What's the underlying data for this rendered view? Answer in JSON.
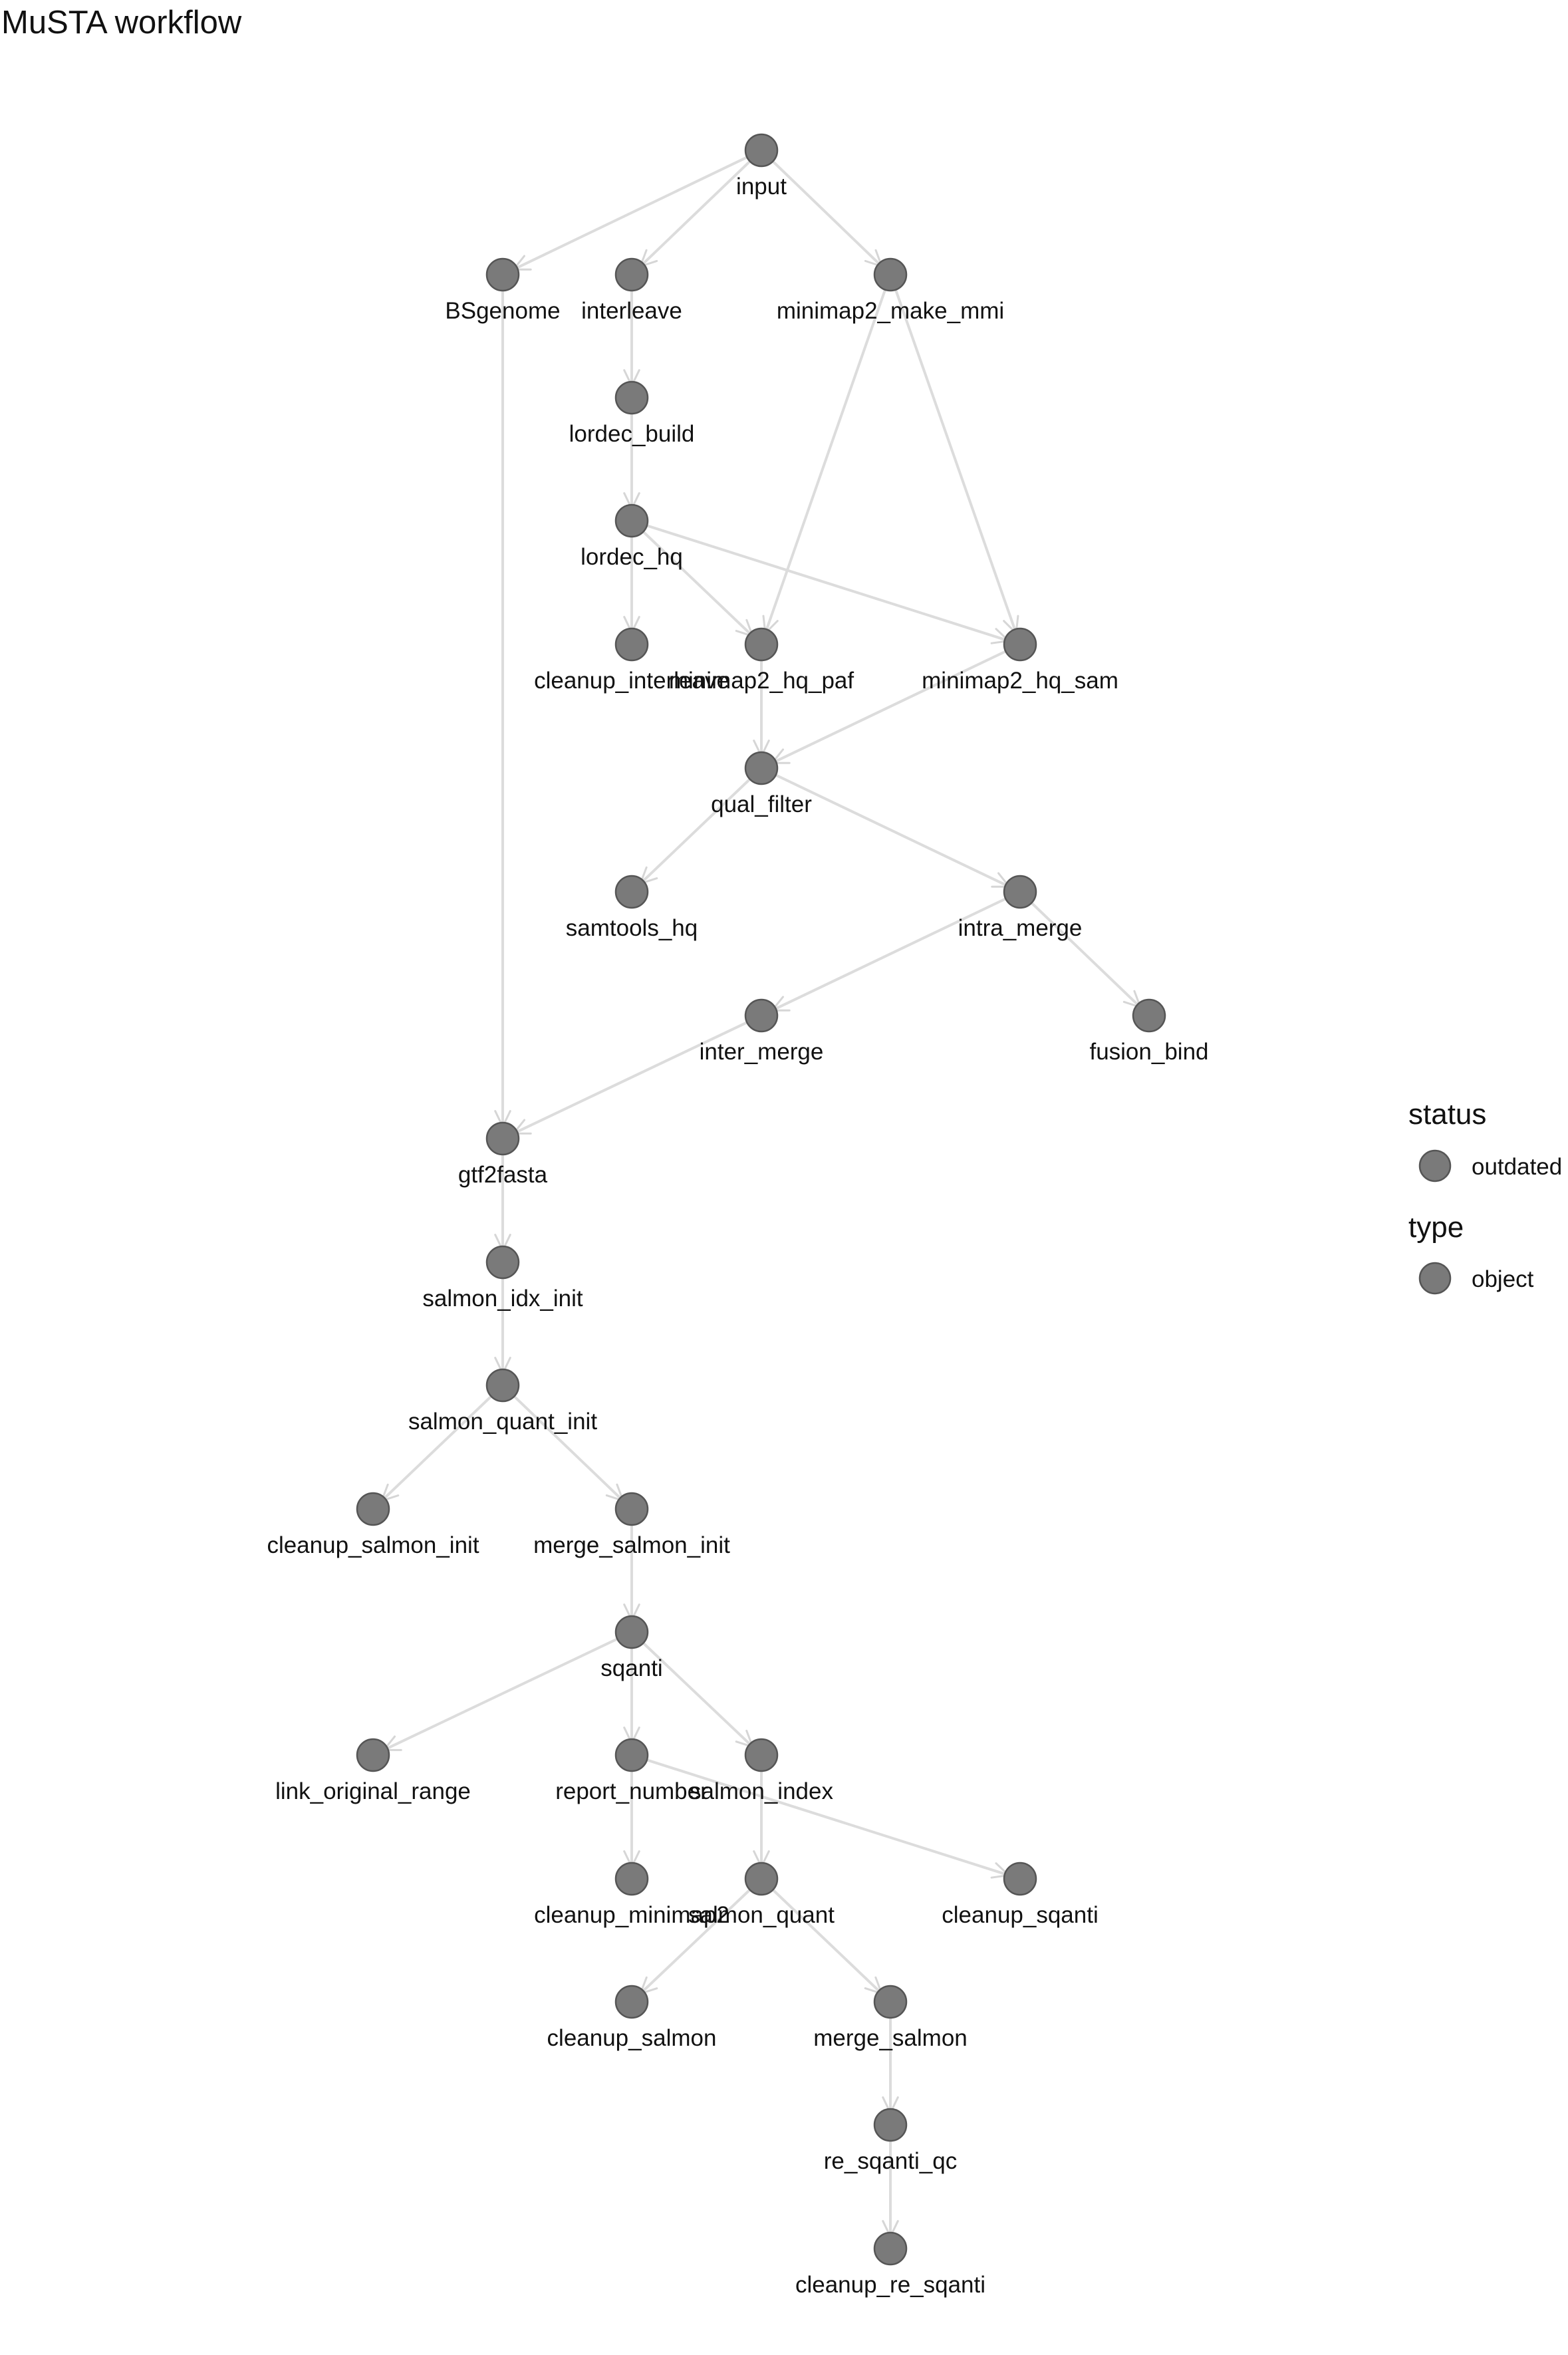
{
  "title": "MuSTA workflow",
  "colors": {
    "node_fill": "#7a7a7a",
    "node_stroke": "#555555",
    "edge": "#dcdcdc"
  },
  "legend": {
    "status": {
      "title": "status",
      "items": [
        {
          "label": "outdated"
        }
      ]
    },
    "type": {
      "title": "type",
      "items": [
        {
          "label": "object"
        }
      ]
    }
  },
  "nodes": [
    {
      "id": "input",
      "label": "input"
    },
    {
      "id": "BSgenome",
      "label": "BSgenome"
    },
    {
      "id": "interleave",
      "label": "interleave"
    },
    {
      "id": "minimap2_make_mmi",
      "label": "minimap2_make_mmi"
    },
    {
      "id": "lordec_build",
      "label": "lordec_build"
    },
    {
      "id": "lordec_hq",
      "label": "lordec_hq"
    },
    {
      "id": "cleanup_interleave",
      "label": "cleanup_interleave"
    },
    {
      "id": "minimap2_hq_paf",
      "label": "minimap2_hq_paf"
    },
    {
      "id": "minimap2_hq_sam",
      "label": "minimap2_hq_sam"
    },
    {
      "id": "qual_filter",
      "label": "qual_filter"
    },
    {
      "id": "samtools_hq",
      "label": "samtools_hq"
    },
    {
      "id": "intra_merge",
      "label": "intra_merge"
    },
    {
      "id": "inter_merge",
      "label": "inter_merge"
    },
    {
      "id": "fusion_bind",
      "label": "fusion_bind"
    },
    {
      "id": "gtf2fasta",
      "label": "gtf2fasta"
    },
    {
      "id": "salmon_idx_init",
      "label": "salmon_idx_init"
    },
    {
      "id": "salmon_quant_init",
      "label": "salmon_quant_init"
    },
    {
      "id": "cleanup_salmon_init",
      "label": "cleanup_salmon_init"
    },
    {
      "id": "merge_salmon_init",
      "label": "merge_salmon_init"
    },
    {
      "id": "sqanti",
      "label": "sqanti"
    },
    {
      "id": "link_original_range",
      "label": "link_original_range"
    },
    {
      "id": "report_number",
      "label": "report_number"
    },
    {
      "id": "salmon_index",
      "label": "salmon_index"
    },
    {
      "id": "cleanup_minimap2",
      "label": "cleanup_minimap2"
    },
    {
      "id": "salmon_quant",
      "label": "salmon_quant"
    },
    {
      "id": "cleanup_sqanti",
      "label": "cleanup_sqanti"
    },
    {
      "id": "cleanup_salmon",
      "label": "cleanup_salmon"
    },
    {
      "id": "merge_salmon",
      "label": "merge_salmon"
    },
    {
      "id": "re_sqanti_qc",
      "label": "re_sqanti_qc"
    },
    {
      "id": "cleanup_re_sqanti",
      "label": "cleanup_re_sqanti"
    }
  ],
  "edges": [
    [
      "input",
      "BSgenome"
    ],
    [
      "input",
      "interleave"
    ],
    [
      "input",
      "minimap2_make_mmi"
    ],
    [
      "interleave",
      "lordec_build"
    ],
    [
      "lordec_build",
      "lordec_hq"
    ],
    [
      "minimap2_make_mmi",
      "minimap2_hq_paf"
    ],
    [
      "minimap2_make_mmi",
      "minimap2_hq_sam"
    ],
    [
      "lordec_hq",
      "cleanup_interleave"
    ],
    [
      "lordec_hq",
      "minimap2_hq_paf"
    ],
    [
      "lordec_hq",
      "minimap2_hq_sam"
    ],
    [
      "minimap2_hq_paf",
      "qual_filter"
    ],
    [
      "minimap2_hq_sam",
      "qual_filter"
    ],
    [
      "qual_filter",
      "samtools_hq"
    ],
    [
      "qual_filter",
      "intra_merge"
    ],
    [
      "intra_merge",
      "inter_merge"
    ],
    [
      "intra_merge",
      "fusion_bind"
    ],
    [
      "BSgenome",
      "gtf2fasta"
    ],
    [
      "inter_merge",
      "gtf2fasta"
    ],
    [
      "gtf2fasta",
      "salmon_idx_init"
    ],
    [
      "salmon_idx_init",
      "salmon_quant_init"
    ],
    [
      "salmon_quant_init",
      "cleanup_salmon_init"
    ],
    [
      "salmon_quant_init",
      "merge_salmon_init"
    ],
    [
      "merge_salmon_init",
      "sqanti"
    ],
    [
      "sqanti",
      "link_original_range"
    ],
    [
      "sqanti",
      "report_number"
    ],
    [
      "sqanti",
      "salmon_index"
    ],
    [
      "report_number",
      "cleanup_minimap2"
    ],
    [
      "report_number",
      "cleanup_sqanti"
    ],
    [
      "salmon_index",
      "salmon_quant"
    ],
    [
      "salmon_quant",
      "cleanup_salmon"
    ],
    [
      "salmon_quant",
      "merge_salmon"
    ],
    [
      "merge_salmon",
      "re_sqanti_qc"
    ],
    [
      "re_sqanti_qc",
      "cleanup_re_sqanti"
    ]
  ]
}
